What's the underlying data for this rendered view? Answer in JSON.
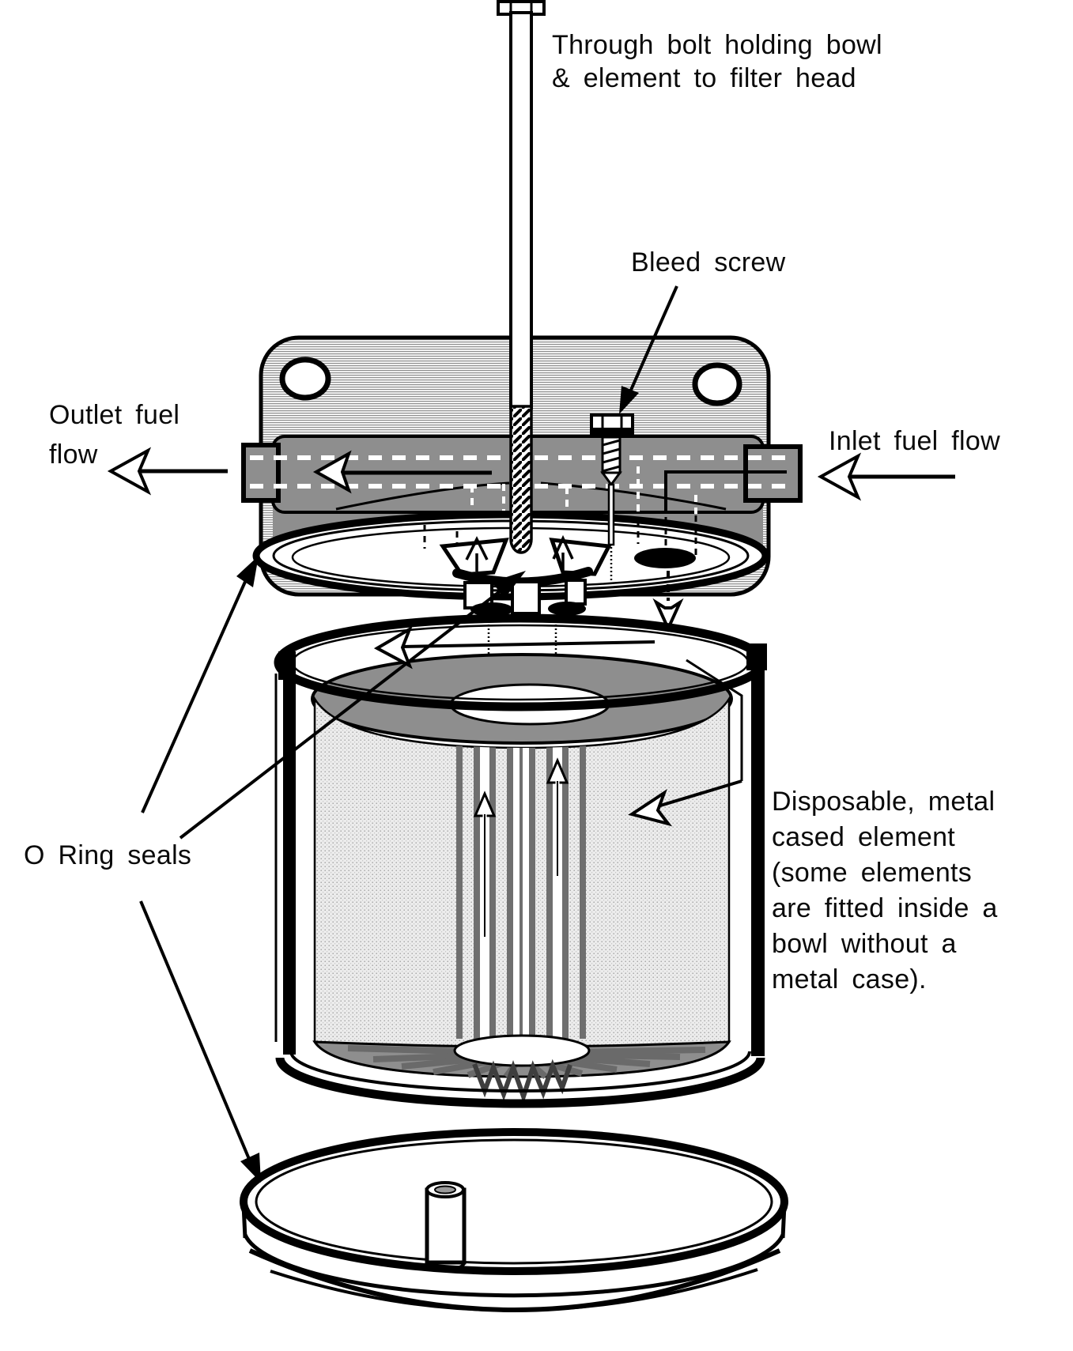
{
  "figure_type": "exploded-view technical diagram of a fuel filter assembly",
  "labels": {
    "through_bolt": "Through bolt holding bowl\n& element to filter head",
    "bleed_screw": "Bleed screw",
    "outlet": "Outlet fuel\nflow",
    "inlet": "Inlet fuel flow",
    "o_ring": "O Ring seals",
    "disposable": "Disposable, metal\ncased element\n(some elements\nare fitted inside a\nbowl without a\nmetal case)."
  },
  "colors": {
    "line": "#000000",
    "head_body_gray": "#8e8e8e",
    "plate_light_gray": "#cfcfcf",
    "element_stipple": "#ececec",
    "tube_dark": "#6f6f6f",
    "spoke_gray": "#6a6a6a",
    "background": "#ffffff"
  }
}
